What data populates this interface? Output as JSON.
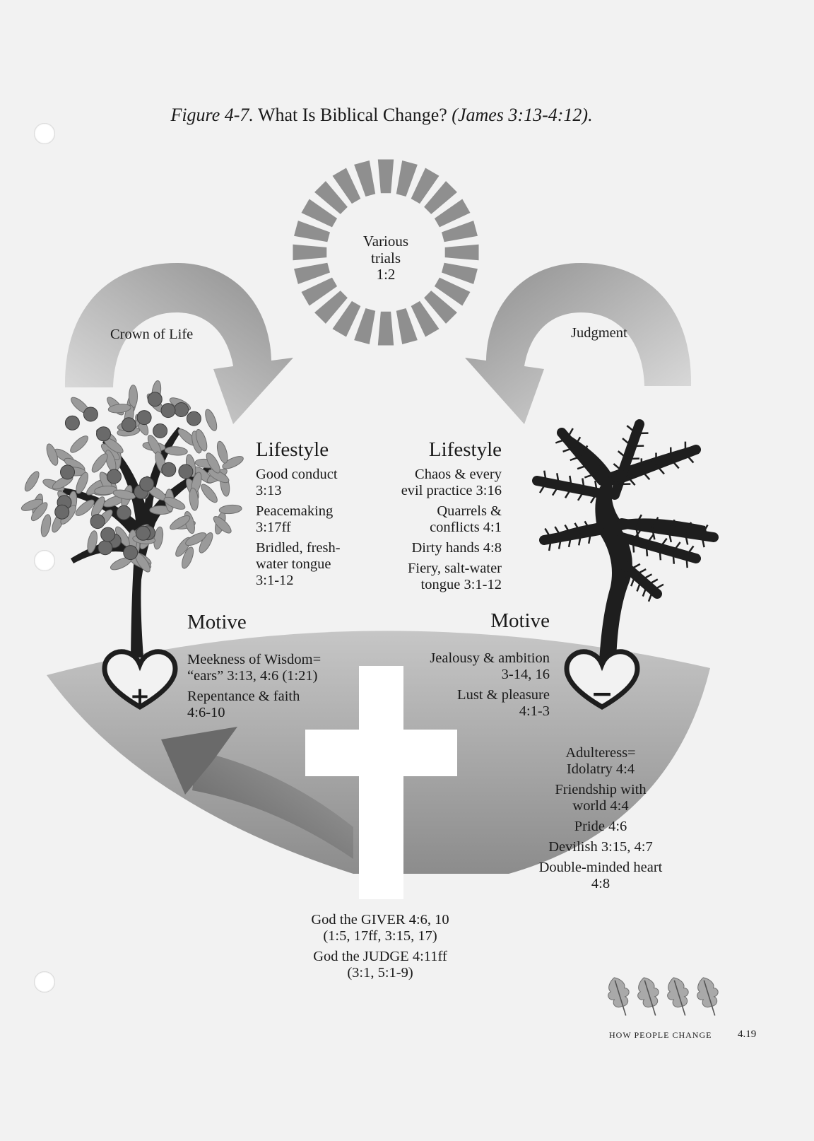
{
  "title": {
    "figure_label": "Figure 4-7.",
    "main": "What Is Biblical Change?",
    "reference": "(James 3:13-4:12)."
  },
  "sun": {
    "line1": "Various",
    "line2": "trials",
    "line3": "1:2"
  },
  "arrows": {
    "left_label": "Crown of Life",
    "right_label": "Judgment"
  },
  "left_lifestyle": {
    "heading": "Lifestyle",
    "items": [
      {
        "line1": "Good conduct",
        "line2": "3:13"
      },
      {
        "line1": "Peacemaking",
        "line2": "3:17ff"
      },
      {
        "line1": "Bridled, fresh-",
        "line2": "water tongue",
        "line3": "3:1-12"
      }
    ]
  },
  "right_lifestyle": {
    "heading": "Lifestyle",
    "items": [
      {
        "line1": "Chaos & every",
        "line2": "evil practice 3:16"
      },
      {
        "line1": "Quarrels &",
        "line2": "conflicts 4:1"
      },
      {
        "line1": "Dirty hands 4:8"
      },
      {
        "line1": "Fiery, salt-water",
        "line2": "tongue 3:1-12"
      }
    ]
  },
  "left_motive": {
    "heading": "Motive",
    "items": [
      {
        "line1": "Meekness of Wisdom=",
        "line2": "“ears” 3:13, 4:6 (1:21)"
      },
      {
        "line1": "Repentance & faith",
        "line2": "4:6-10"
      }
    ]
  },
  "right_motive": {
    "heading": "Motive",
    "items": [
      {
        "line1": "Jealousy & ambition",
        "line2": "3-14, 16"
      },
      {
        "line1": "Lust & pleasure",
        "line2": "4:1-3"
      }
    ]
  },
  "heart_marks": {
    "left": "+",
    "right": "−"
  },
  "heart_list": {
    "items": [
      {
        "line1": "Adulteress=",
        "line2": "Idolatry 4:4"
      },
      {
        "line1": "Friendship with",
        "line2": "world 4:4"
      },
      {
        "line1": "Pride 4:6"
      },
      {
        "line1": "Devilish 3:15, 4:7"
      },
      {
        "line1": "Double-minded heart",
        "line2": "4:8"
      }
    ]
  },
  "god": {
    "giver_line1": "God the GIVER 4:6, 10",
    "giver_line2": "(1:5, 17ff, 3:15, 17)",
    "judge_line1": "God the JUDGE 4:11ff",
    "judge_line2": "(3:1, 5:1-9)"
  },
  "footer": {
    "book": "HOW PEOPLE CHANGE",
    "page": "4.19"
  },
  "colors": {
    "paper": "#f2f2f2",
    "ink": "#1a1a1a",
    "mid_gray": "#8c8c8c",
    "light_gray": "#bdbdbd",
    "dark_gray": "#555555"
  }
}
